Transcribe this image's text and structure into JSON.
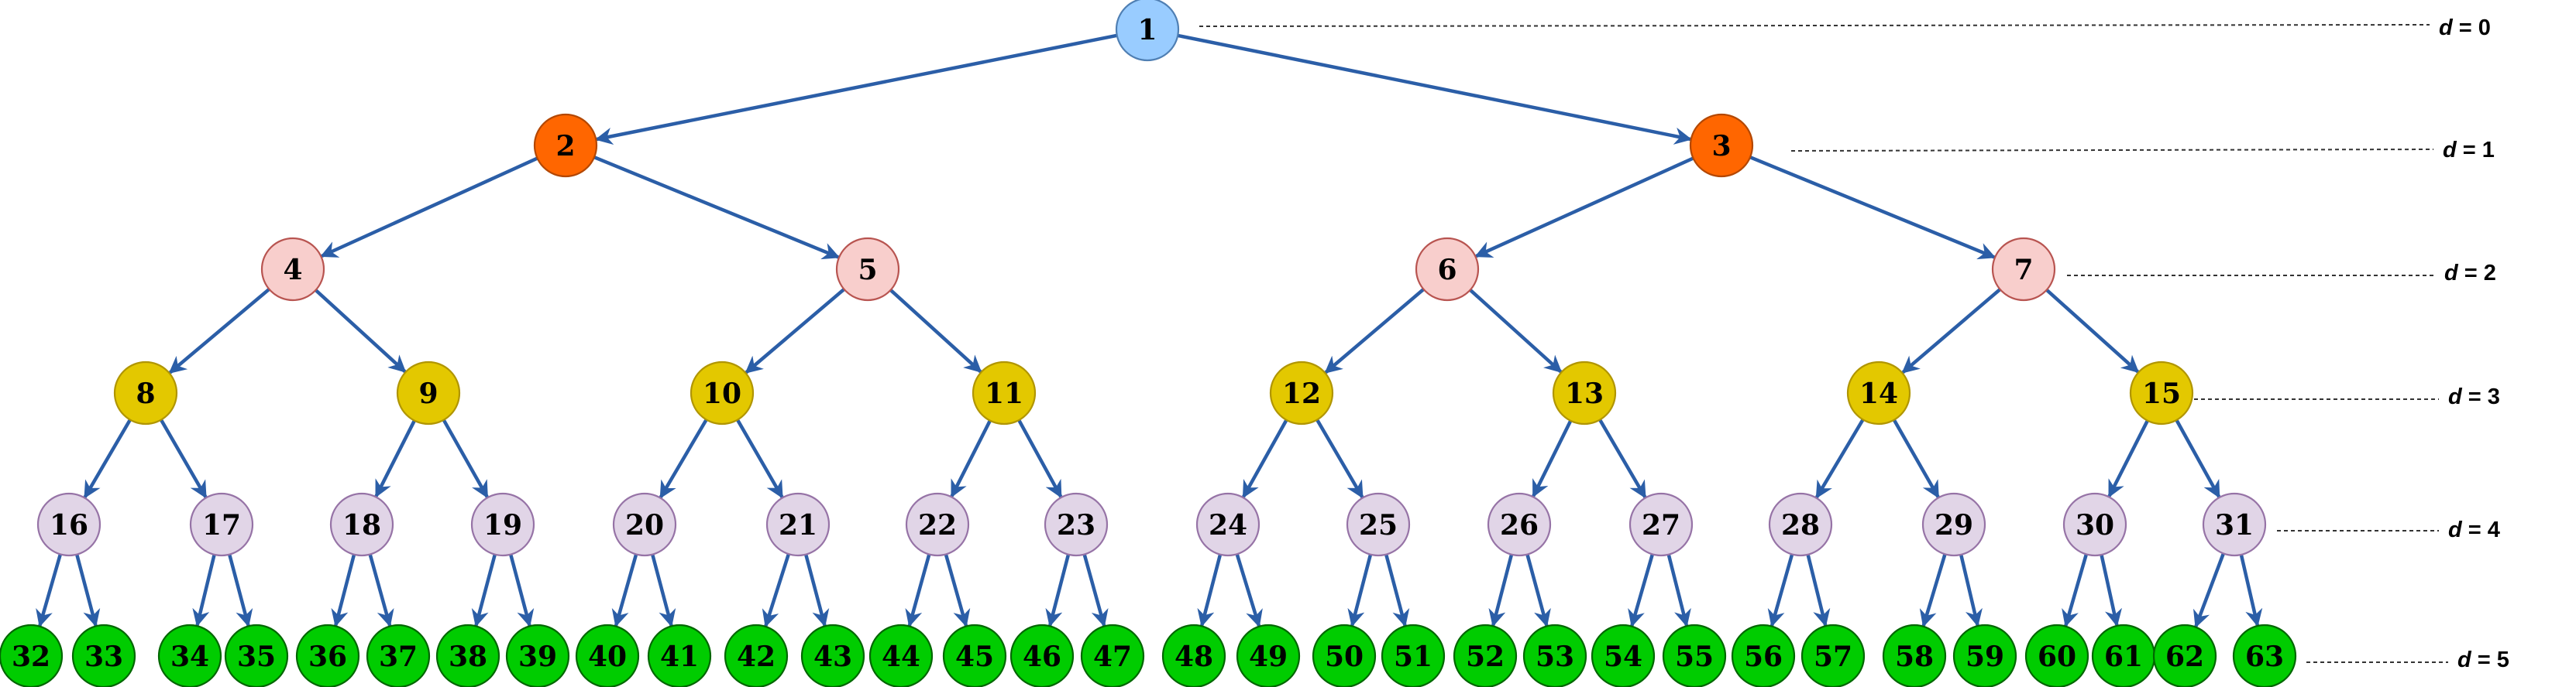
{
  "tree": {
    "nodes": [
      1,
      2,
      3,
      4,
      5,
      6,
      7,
      8,
      9,
      10,
      11,
      12,
      13,
      14,
      15,
      16,
      17,
      18,
      19,
      20,
      21,
      22,
      23,
      24,
      25,
      26,
      27,
      28,
      29,
      30,
      31,
      32,
      33,
      34,
      35,
      36,
      37,
      38,
      39,
      40,
      41,
      42,
      43,
      44,
      45,
      46,
      47,
      48,
      49,
      50,
      51,
      52,
      53,
      54,
      55,
      56,
      57,
      58,
      59,
      60,
      61,
      62,
      63
    ],
    "edges": [
      [
        1,
        2
      ],
      [
        1,
        3
      ],
      [
        2,
        4
      ],
      [
        2,
        5
      ],
      [
        3,
        6
      ],
      [
        3,
        7
      ],
      [
        4,
        8
      ],
      [
        4,
        9
      ],
      [
        5,
        10
      ],
      [
        5,
        11
      ],
      [
        6,
        12
      ],
      [
        6,
        13
      ],
      [
        7,
        14
      ],
      [
        7,
        15
      ],
      [
        8,
        16
      ],
      [
        8,
        17
      ],
      [
        9,
        18
      ],
      [
        9,
        19
      ],
      [
        10,
        20
      ],
      [
        10,
        21
      ],
      [
        11,
        22
      ],
      [
        11,
        23
      ],
      [
        12,
        24
      ],
      [
        12,
        25
      ],
      [
        13,
        26
      ],
      [
        13,
        27
      ],
      [
        14,
        28
      ],
      [
        14,
        29
      ],
      [
        15,
        30
      ],
      [
        15,
        31
      ],
      [
        16,
        32
      ],
      [
        16,
        33
      ],
      [
        17,
        34
      ],
      [
        17,
        35
      ],
      [
        18,
        36
      ],
      [
        18,
        37
      ],
      [
        19,
        38
      ],
      [
        19,
        39
      ],
      [
        20,
        40
      ],
      [
        20,
        41
      ],
      [
        21,
        42
      ],
      [
        21,
        43
      ],
      [
        22,
        44
      ],
      [
        22,
        45
      ],
      [
        23,
        46
      ],
      [
        23,
        47
      ],
      [
        24,
        48
      ],
      [
        24,
        49
      ],
      [
        25,
        50
      ],
      [
        25,
        51
      ],
      [
        26,
        52
      ],
      [
        26,
        53
      ],
      [
        27,
        54
      ],
      [
        27,
        55
      ],
      [
        28,
        56
      ],
      [
        28,
        57
      ],
      [
        29,
        58
      ],
      [
        29,
        59
      ],
      [
        30,
        60
      ],
      [
        30,
        61
      ],
      [
        31,
        62
      ],
      [
        31,
        63
      ]
    ]
  },
  "levels": [
    {
      "depth": 0,
      "label_var": "d",
      "label_rest": " = 0",
      "fill": "#99ccff",
      "stroke": "#4f7fb3"
    },
    {
      "depth": 1,
      "label_var": "d",
      "label_rest": " = 1",
      "fill": "#ff6600",
      "stroke": "#b34700"
    },
    {
      "depth": 2,
      "label_var": "d",
      "label_rest": " = 2",
      "fill": "#f8cecc",
      "stroke": "#b85450"
    },
    {
      "depth": 3,
      "label_var": "d",
      "label_rest": " = 3",
      "fill": "#e3c800",
      "stroke": "#b09500"
    },
    {
      "depth": 4,
      "label_var": "d",
      "label_rest": " = 4",
      "fill": "#e1d5e7",
      "stroke": "#9673a6"
    },
    {
      "depth": 5,
      "label_var": "d",
      "label_rest": " = 5",
      "fill": "#00cc00",
      "stroke": "#006600"
    }
  ],
  "colors": {
    "edge": "#2b5ea7",
    "guide": "#333333",
    "background": "#ffffff"
  }
}
